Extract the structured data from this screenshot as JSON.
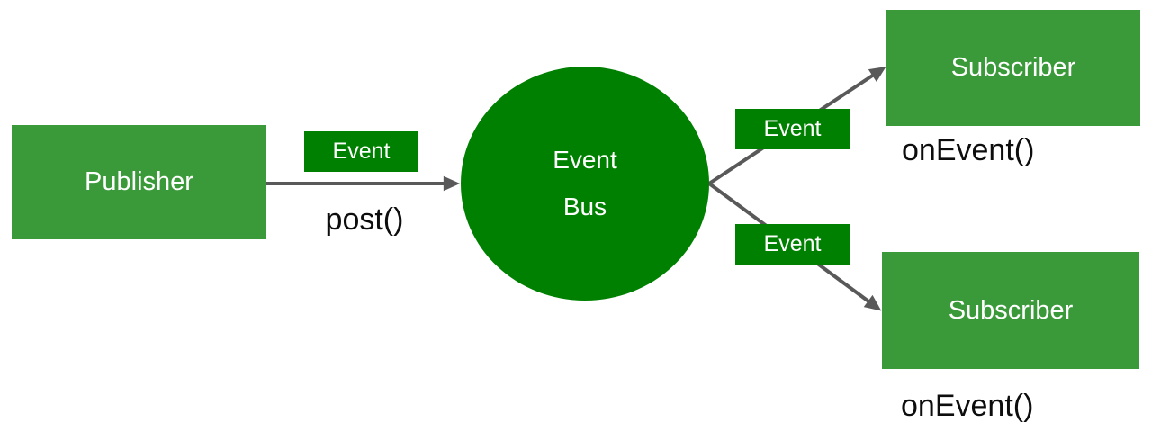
{
  "colors": {
    "node-green": "#3a9a3a",
    "bus-green": "#008000",
    "arrow-gray": "#595959",
    "node-text": "#ffffff",
    "method-text": "#0d0d0d"
  },
  "diagram": {
    "publisher": {
      "label": "Publisher",
      "method": "post()"
    },
    "event_bus": {
      "line1": "Event",
      "line2": "Bus"
    },
    "edges": {
      "badge_publish": "Event",
      "badge_subscriber1": "Event",
      "badge_subscriber2": "Event"
    },
    "subscribers": [
      {
        "label": "Subscriber",
        "method": "onEvent()"
      },
      {
        "label": "Subscriber",
        "method": "onEvent()"
      }
    ]
  }
}
